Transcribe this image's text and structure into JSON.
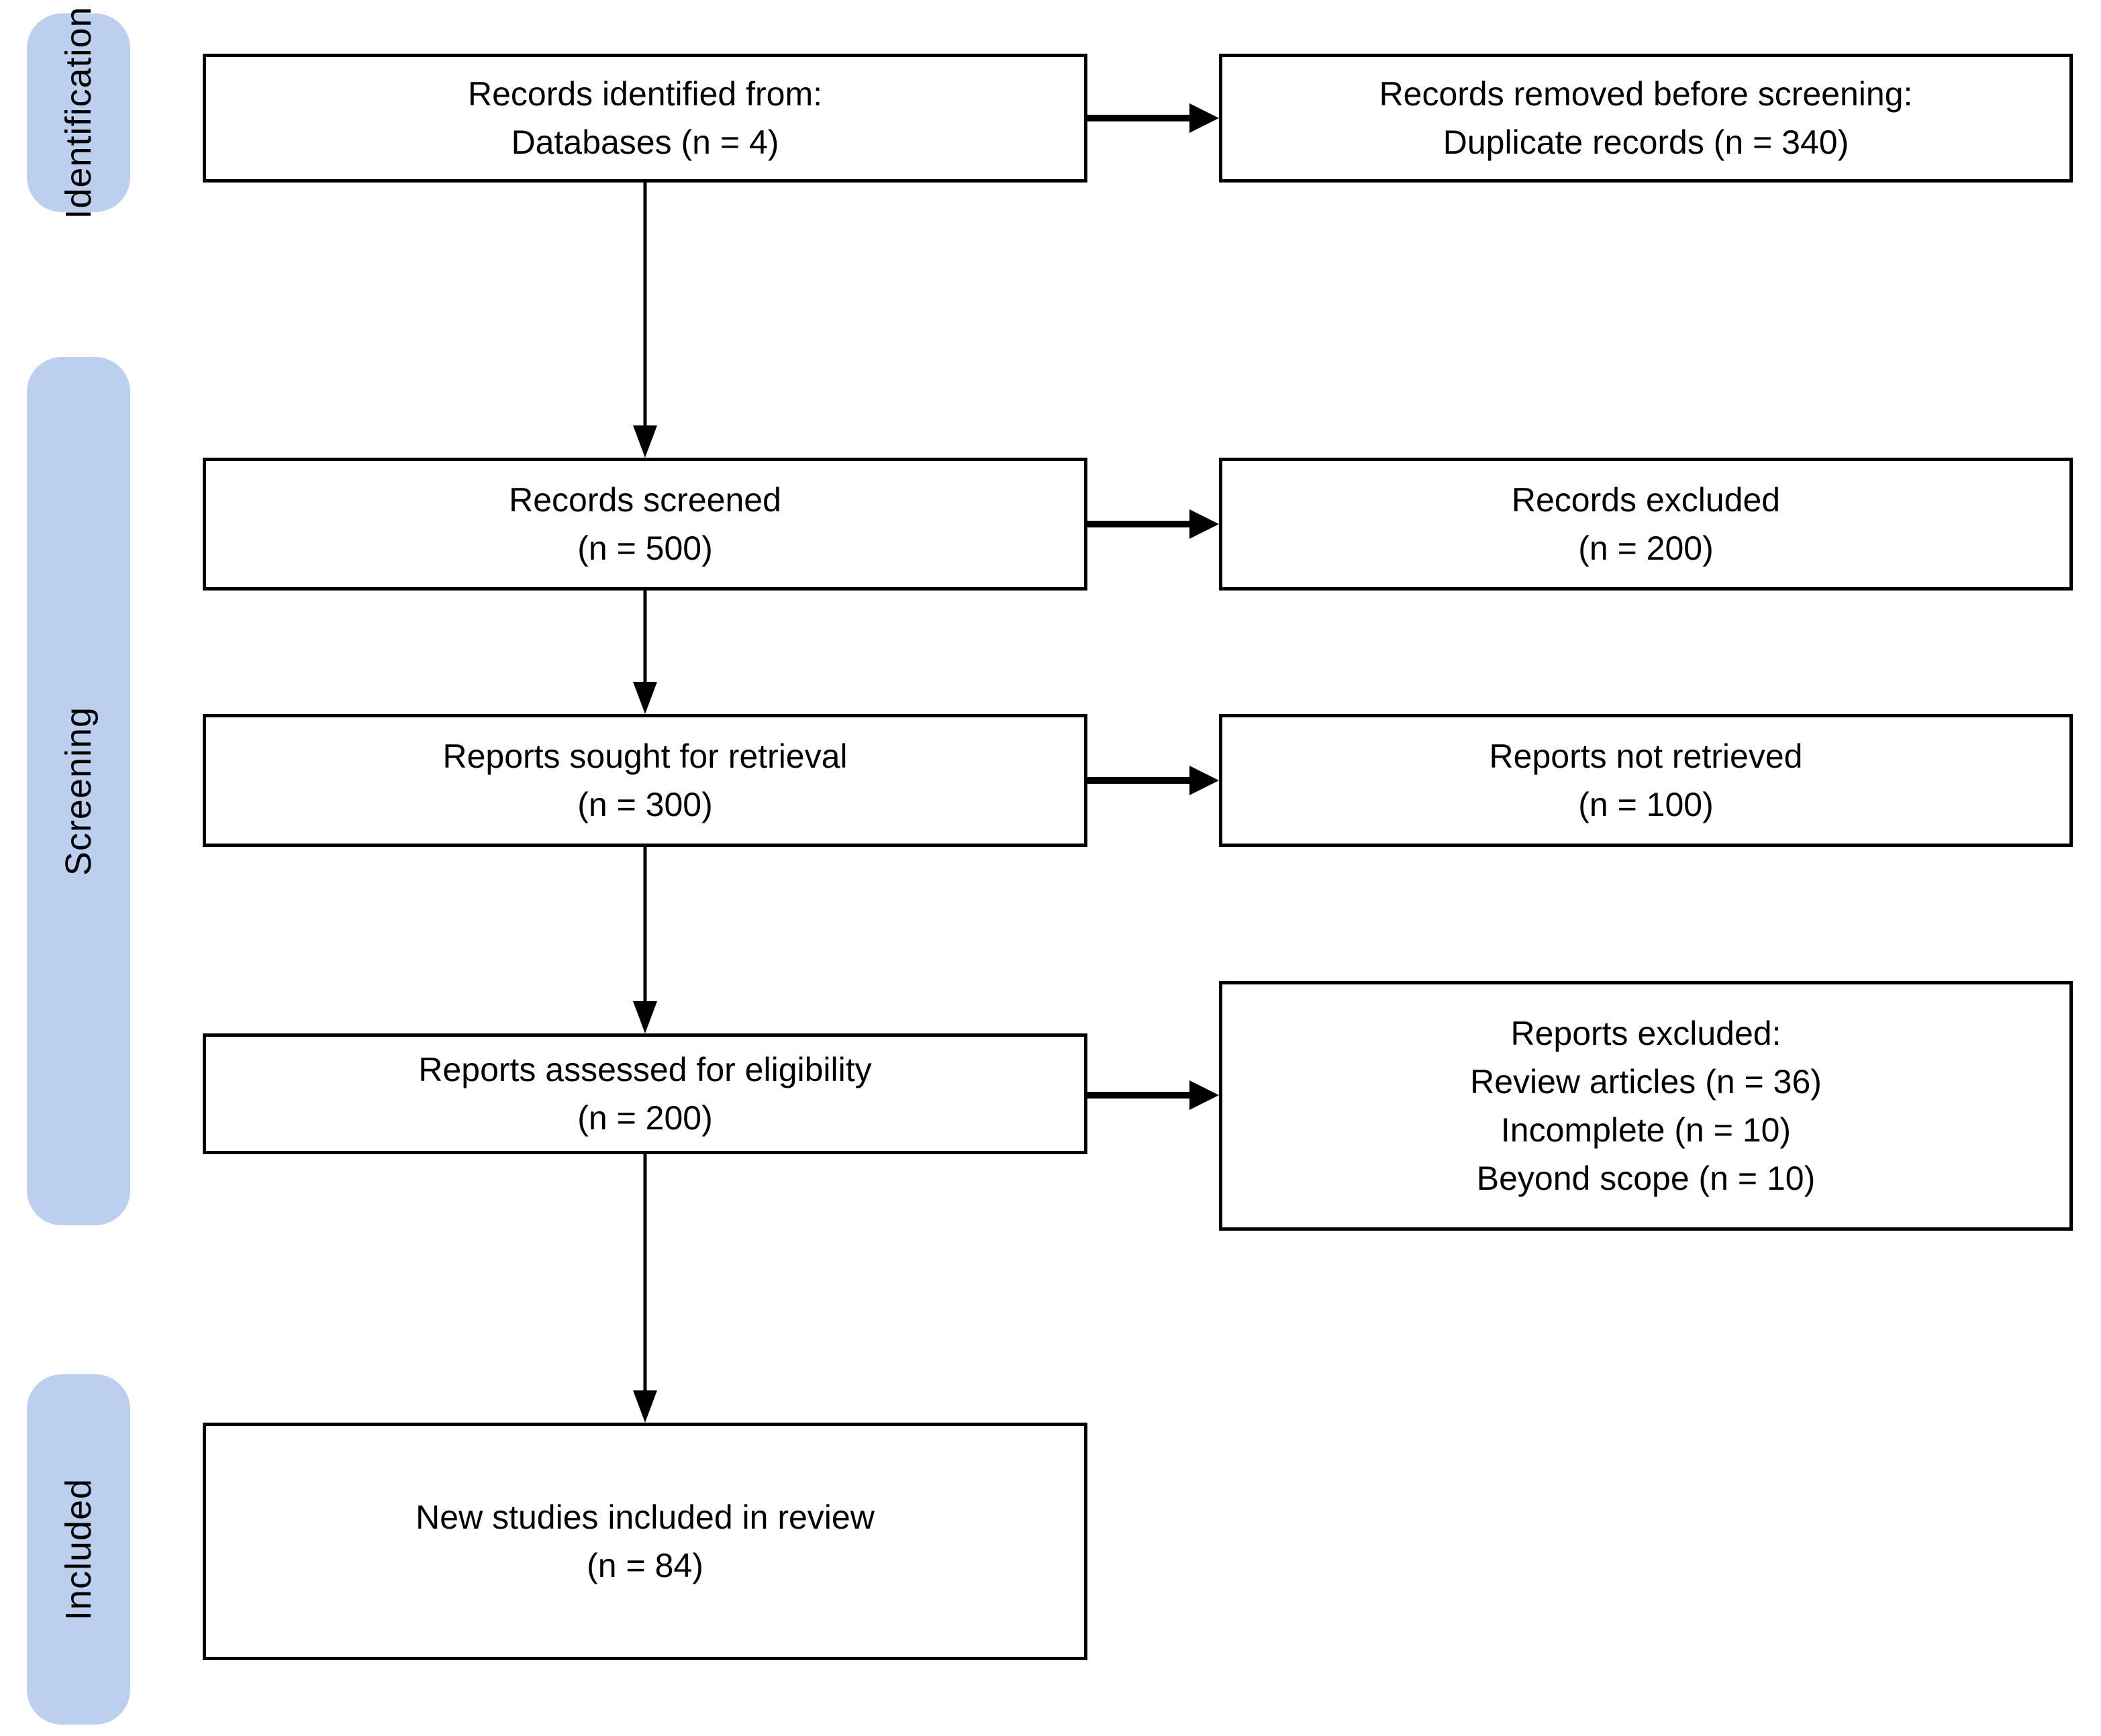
{
  "stages": [
    {
      "label": "Identification"
    },
    {
      "label": "Screening"
    },
    {
      "label": "Included"
    }
  ],
  "boxes": {
    "records_identified": {
      "lines": [
        "Records identified from:",
        "Databases (n = 4)"
      ]
    },
    "records_removed": {
      "lines": [
        "Records removed before screening:",
        "Duplicate records (n = 340)"
      ]
    },
    "records_screened": {
      "lines": [
        "Records screened",
        "(n = 500)"
      ]
    },
    "records_excluded": {
      "lines": [
        "Records excluded",
        "(n = 200)"
      ]
    },
    "reports_sought": {
      "lines": [
        "Reports sought for retrieval",
        "(n = 300)"
      ]
    },
    "reports_not_retrieved": {
      "lines": [
        "Reports not retrieved",
        "(n = 100)"
      ]
    },
    "reports_assessed": {
      "lines": [
        "Reports assessed for eligibility",
        "(n = 200)"
      ]
    },
    "reports_excluded": {
      "lines": [
        "Reports excluded:",
        "Review articles (n = 36)",
        "Incomplete (n = 10)",
        "Beyond scope (n = 10)"
      ]
    },
    "new_studies": {
      "lines": [
        "New studies included in review",
        "(n = 84)"
      ]
    }
  },
  "colors": {
    "stage_fill": "#BCCFEE",
    "box_fill": "#FFFFFF",
    "box_border": "#000000",
    "arrow": "#000000",
    "text": "#000000",
    "background": "#FFFFFF"
  }
}
